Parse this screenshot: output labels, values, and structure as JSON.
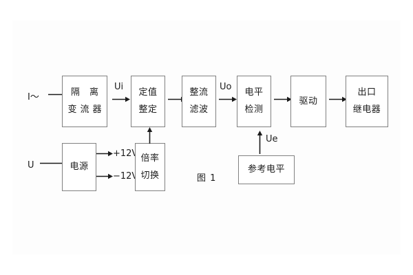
{
  "figure": {
    "caption": "图 1",
    "stroke_color": "#808080",
    "text_color": "#1b1b1b",
    "background": "#ffffff"
  },
  "inputs": [
    {
      "name": "current-input",
      "label": "I～"
    },
    {
      "name": "voltage-input",
      "label": "U"
    }
  ],
  "blocks": [
    {
      "id": "isolation",
      "lines": [
        "隔 离",
        "变流器"
      ]
    },
    {
      "id": "setting",
      "lines": [
        "定值",
        "整定"
      ]
    },
    {
      "id": "rectifier",
      "lines": [
        "整流",
        "滤波"
      ]
    },
    {
      "id": "level-detect",
      "lines": [
        "电平",
        "检测"
      ]
    },
    {
      "id": "drive",
      "lines": [
        "驱动"
      ]
    },
    {
      "id": "output-relay",
      "lines": [
        "出口",
        "继电器"
      ]
    },
    {
      "id": "power-supply",
      "lines": [
        "电源"
      ]
    },
    {
      "id": "multiplier-switch",
      "lines": [
        "倍率",
        "切换"
      ]
    },
    {
      "id": "reference-level",
      "lines": [
        "参考电平"
      ]
    }
  ],
  "signals": [
    {
      "id": "ui",
      "label": "Ui"
    },
    {
      "id": "uo",
      "label": "Uo"
    },
    {
      "id": "ue",
      "label": "Ue"
    }
  ],
  "rails": [
    {
      "id": "rail-positive",
      "label": "+12V"
    },
    {
      "id": "rail-negative",
      "label": "−12V"
    }
  ]
}
